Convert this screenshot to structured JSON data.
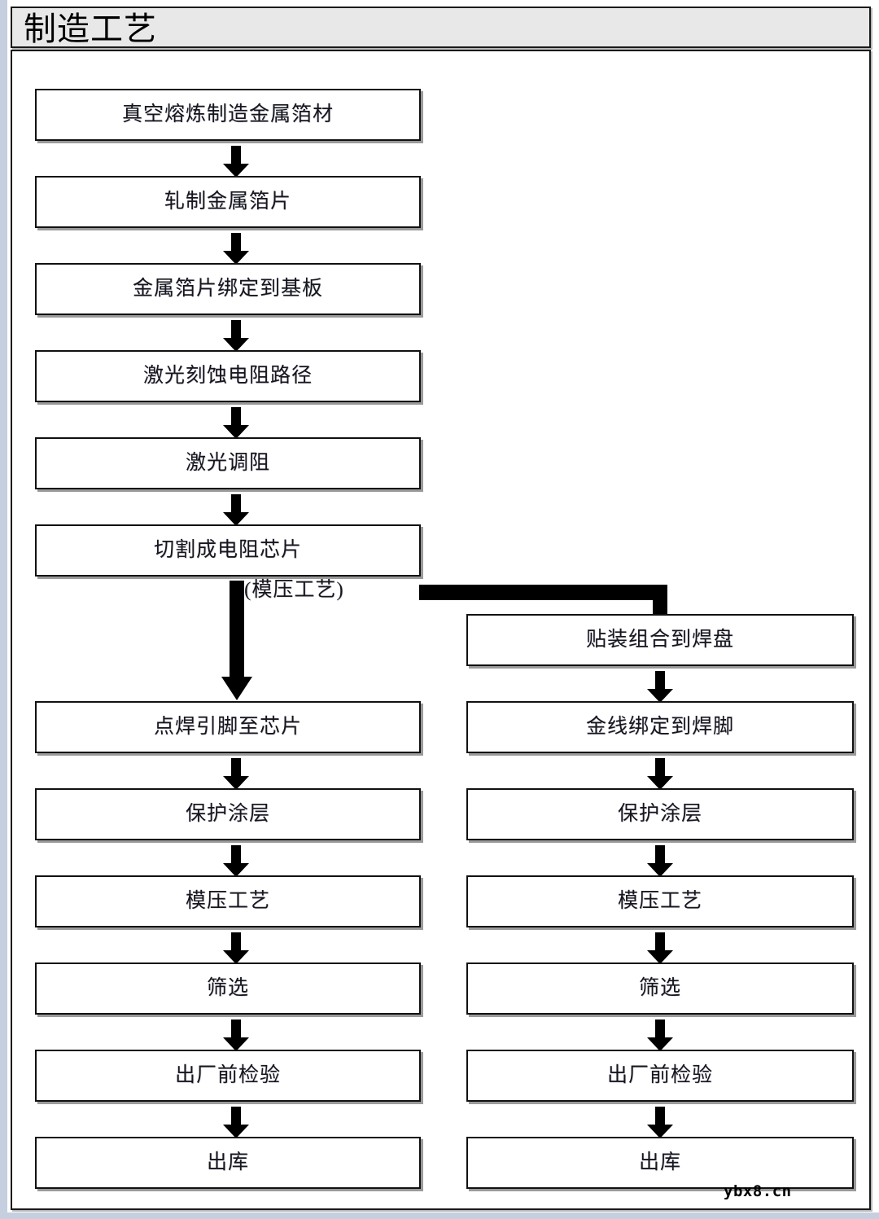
{
  "title": "制造工艺",
  "watermark": "ybx8.cn",
  "branch_caption": "(模压工艺)",
  "chart_data": {
    "type": "diagram",
    "diagram_kind": "flowchart",
    "title": "制造工艺",
    "orientation": "top-to-bottom",
    "columns": 2,
    "nodes": [
      {
        "id": "n1",
        "label": "真空熔炼制造金属箔材",
        "column": "shared",
        "order": 1
      },
      {
        "id": "n2",
        "label": "轧制金属箔片",
        "column": "shared",
        "order": 2
      },
      {
        "id": "n3",
        "label": "金属箔片绑定到基板",
        "column": "shared",
        "order": 3
      },
      {
        "id": "n4",
        "label": "激光刻蚀电阻路径",
        "column": "shared",
        "order": 4
      },
      {
        "id": "n5",
        "label": "激光调阻",
        "column": "shared",
        "order": 5
      },
      {
        "id": "n6",
        "label": "切割成电阻芯片",
        "column": "shared",
        "order": 6
      },
      {
        "id": "l1",
        "label": "点焊引脚至芯片",
        "column": "left",
        "order": 7
      },
      {
        "id": "l2",
        "label": "保护涂层",
        "column": "left",
        "order": 8
      },
      {
        "id": "l3",
        "label": "模压工艺",
        "column": "left",
        "order": 9
      },
      {
        "id": "l4",
        "label": "筛选",
        "column": "left",
        "order": 10
      },
      {
        "id": "l5",
        "label": "出厂前检验",
        "column": "left",
        "order": 11
      },
      {
        "id": "l6",
        "label": "出库",
        "column": "left",
        "order": 12
      },
      {
        "id": "r1",
        "label": "贴装组合到焊盘",
        "column": "right",
        "order": 7
      },
      {
        "id": "r2",
        "label": "金线绑定到焊脚",
        "column": "right",
        "order": 8
      },
      {
        "id": "r3",
        "label": "保护涂层",
        "column": "right",
        "order": 9
      },
      {
        "id": "r4",
        "label": "模压工艺",
        "column": "right",
        "order": 10
      },
      {
        "id": "r5",
        "label": "筛选",
        "column": "right",
        "order": 11
      },
      {
        "id": "r6",
        "label": "出厂前检验",
        "column": "right",
        "order": 12
      },
      {
        "id": "r7",
        "label": "出库",
        "column": "right",
        "order": 13
      }
    ],
    "edges": [
      {
        "from": "n1",
        "to": "n2",
        "style": "arrow-down"
      },
      {
        "from": "n2",
        "to": "n3",
        "style": "arrow-down"
      },
      {
        "from": "n3",
        "to": "n4",
        "style": "arrow-down"
      },
      {
        "from": "n4",
        "to": "n5",
        "style": "arrow-down"
      },
      {
        "from": "n5",
        "to": "n6",
        "style": "arrow-down"
      },
      {
        "from": "n6",
        "to": "l1",
        "style": "long-arrow-down",
        "label": "(模压工艺)"
      },
      {
        "from": "n6",
        "to": "r1",
        "style": "elbow-right-down"
      },
      {
        "from": "l1",
        "to": "l2",
        "style": "arrow-down"
      },
      {
        "from": "l2",
        "to": "l3",
        "style": "arrow-down"
      },
      {
        "from": "l3",
        "to": "l4",
        "style": "arrow-down"
      },
      {
        "from": "l4",
        "to": "l5",
        "style": "arrow-down"
      },
      {
        "from": "l5",
        "to": "l6",
        "style": "arrow-down"
      },
      {
        "from": "r1",
        "to": "r2",
        "style": "arrow-down"
      },
      {
        "from": "r2",
        "to": "r3",
        "style": "arrow-down"
      },
      {
        "from": "r3",
        "to": "r4",
        "style": "arrow-down"
      },
      {
        "from": "r4",
        "to": "r5",
        "style": "arrow-down"
      },
      {
        "from": "r5",
        "to": "r6",
        "style": "arrow-down"
      },
      {
        "from": "r6",
        "to": "r7",
        "style": "arrow-down"
      }
    ],
    "colors": {
      "node_fill": "#ffffff",
      "node_border": "#111111",
      "node_shadow": "#9a9a9a",
      "arrow": "#000000",
      "title_bar": "#e8e8e8",
      "text": "#16161e",
      "page_gutter": "#c5cfe0"
    }
  },
  "nodes": {
    "n1": "真空熔炼制造金属箔材",
    "n2": "轧制金属箔片",
    "n3": "金属箔片绑定到基板",
    "n4": "激光刻蚀电阻路径",
    "n5": "激光调阻",
    "n6": "切割成电阻芯片",
    "l1": "点焊引脚至芯片",
    "l2": "保护涂层",
    "l3": "模压工艺",
    "l4": "筛选",
    "l5": "出厂前检验",
    "l6": "出库",
    "r1": "贴装组合到焊盘",
    "r2": "金线绑定到焊脚",
    "r3": "保护涂层",
    "r4": "模压工艺",
    "r5": "筛选",
    "r6": "出厂前检验",
    "r7": "出库"
  }
}
